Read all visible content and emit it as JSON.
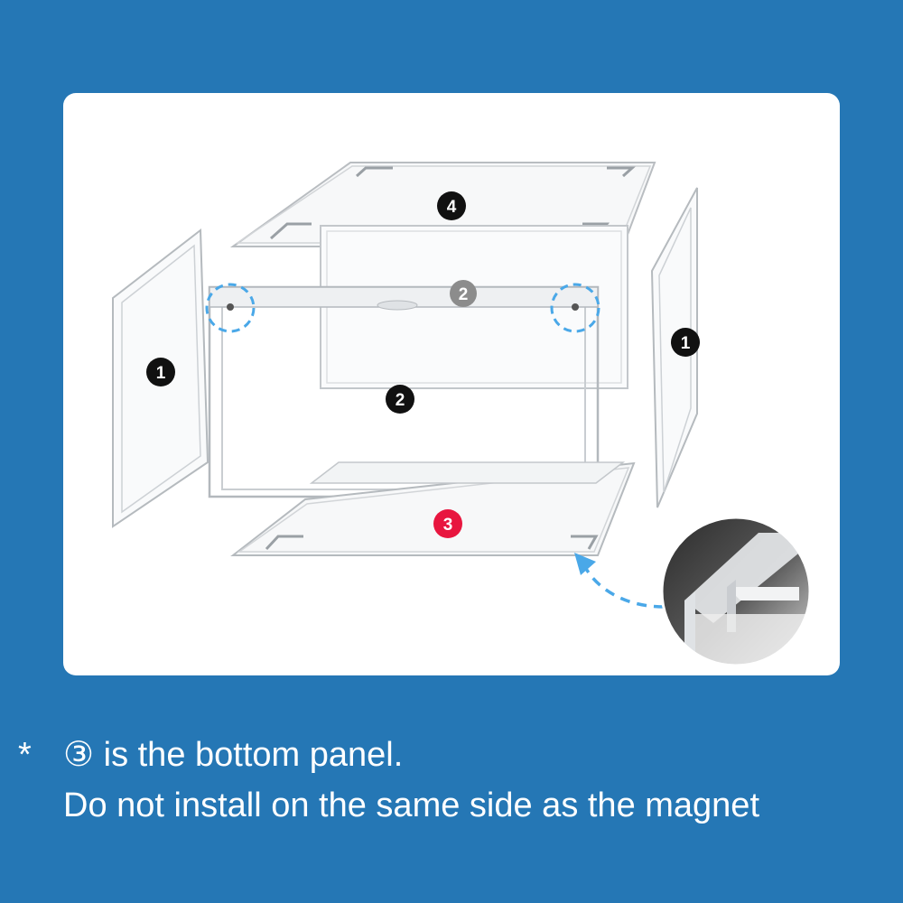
{
  "diagram": {
    "labels": {
      "top_panel": "4",
      "rear_panel": "2",
      "front_panel": "2",
      "left_side_panel": "1",
      "right_side_panel": "1",
      "bottom_panel": "3"
    },
    "colors": {
      "background": "#2577b5",
      "card": "#ffffff",
      "badge_dark": "#111111",
      "badge_grey": "#8c8c8c",
      "badge_red": "#e8163f",
      "highlight_dashed": "#4aa8e8"
    }
  },
  "caption": {
    "asterisk": "*",
    "line1": "③ is the bottom panel.",
    "line2": "Do not install on the same side as the magnet"
  }
}
